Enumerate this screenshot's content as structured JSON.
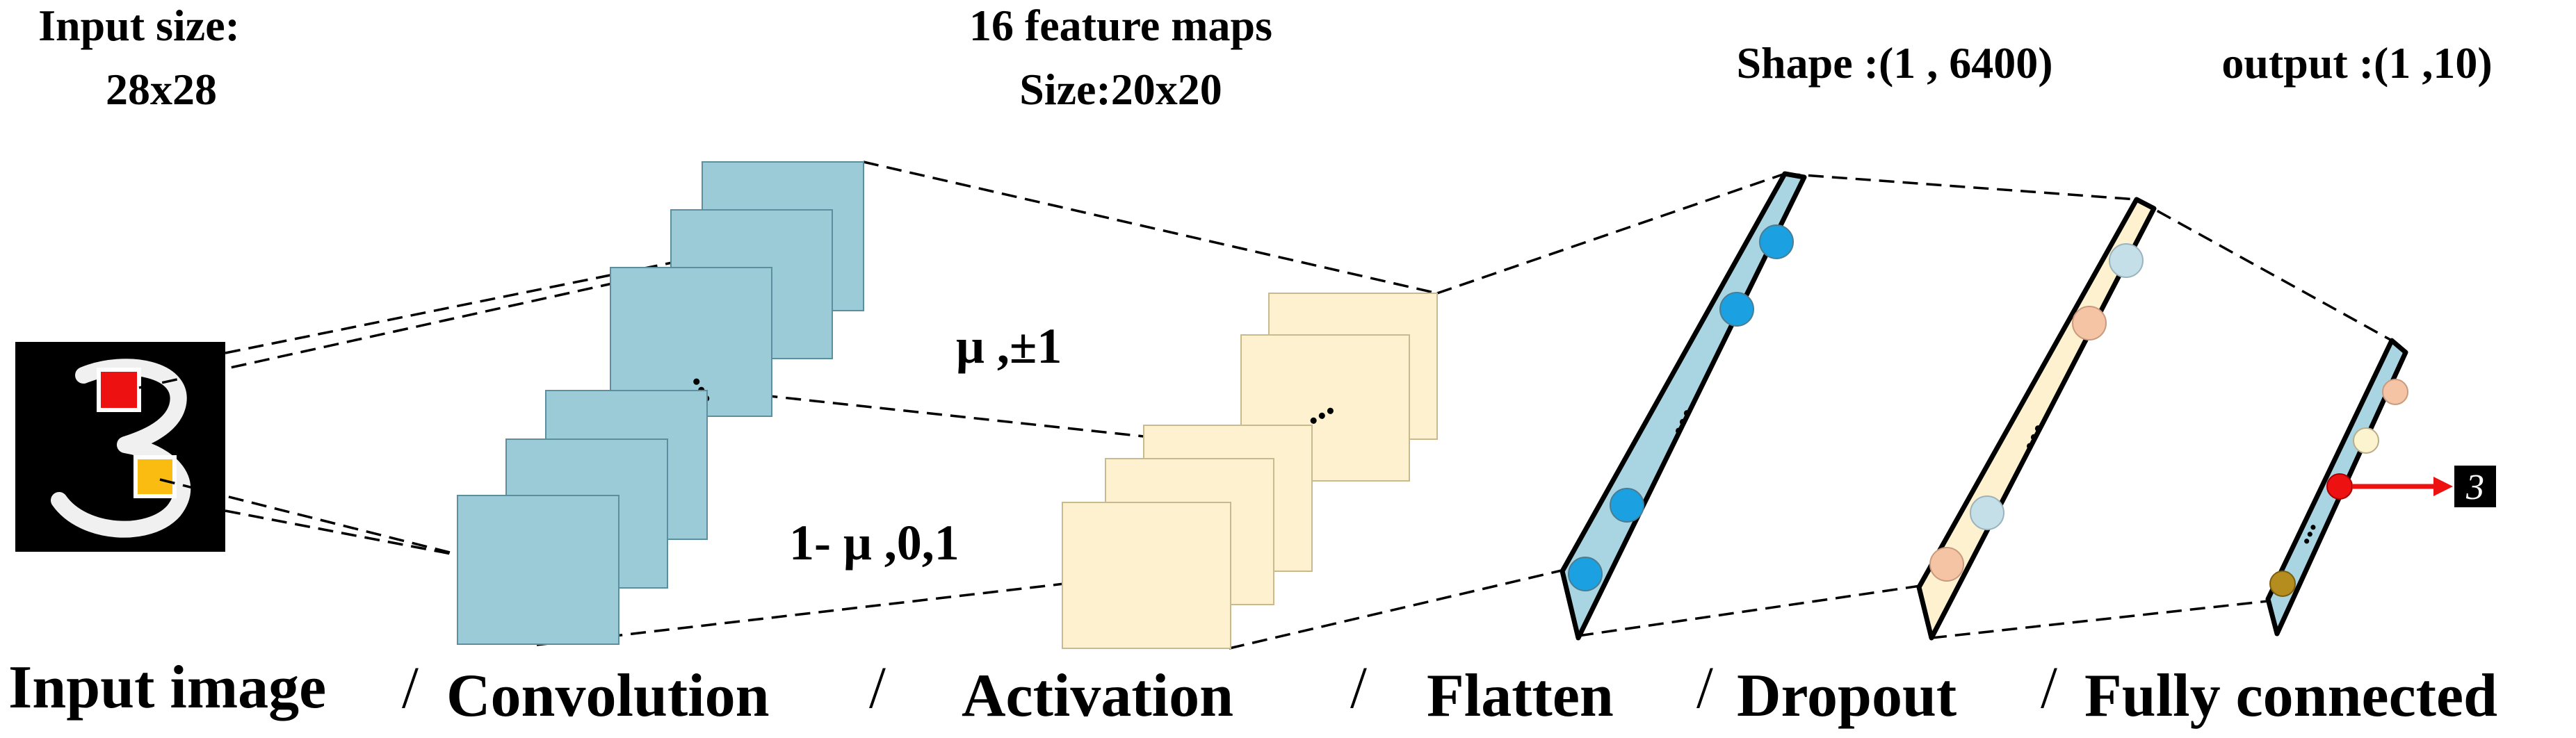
{
  "header_labels": {
    "input_size_line1": "Input size:",
    "input_size_line2": "28x28",
    "feature_maps_line1": "16 feature maps",
    "feature_maps_line2": "Size:20x20",
    "flatten_shape": "Shape :(1 , 6400)",
    "output_shape": "output :(1 ,10)"
  },
  "activation_rules": {
    "upper": "μ  ,±1",
    "lower": "1- μ  ,0,1"
  },
  "stage_labels": {
    "input": "Input image",
    "convolution": "Convolution",
    "activation": "Activation",
    "flatten": "Flatten",
    "dropout": "Dropout",
    "fully_connected": "Fully connected"
  },
  "separator_glyph": "/",
  "output_digit": "3",
  "ellipsis": "...",
  "colors": {
    "conv_fill": "#9bcbd7",
    "conv_stroke": "#5b8fa0",
    "act_fill": "#fdf1cf",
    "act_stroke": "#c8b98f",
    "flatten_fill": "#a9d5e3",
    "dropout_fill": "#fdf1cf",
    "fc_fill": "#a9d5e3",
    "neuron_blue": "#1ba1e2",
    "neuron_light_blue": "#c5dfe9",
    "neuron_peach": "#f4c4a5",
    "neuron_cream": "#fcf4cf",
    "neuron_red": "#ee1111",
    "neuron_olive": "#b58d1e",
    "kernel_red": "#ee1111",
    "kernel_orange": "#fbbc11",
    "arrow_red": "#ee1111"
  }
}
